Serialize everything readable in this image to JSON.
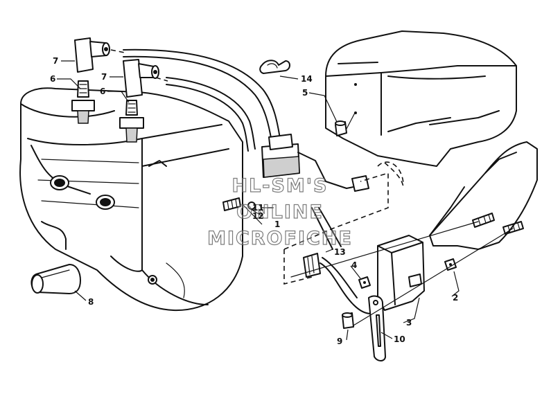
{
  "diagram": {
    "callouts": {
      "c1": "1",
      "c2": "2",
      "c3": "3",
      "c4": "4",
      "c5": "5",
      "c6a": "6",
      "c6b": "6",
      "c7a": "7",
      "c7b": "7",
      "c8": "8",
      "c9": "9",
      "c10": "10",
      "c11": "11",
      "c12": "12",
      "c13": "13",
      "c14": "14"
    },
    "watermark": {
      "line1": "HL-SM'S",
      "line2": "ONLINE",
      "line3": "MICROFICHE"
    }
  }
}
